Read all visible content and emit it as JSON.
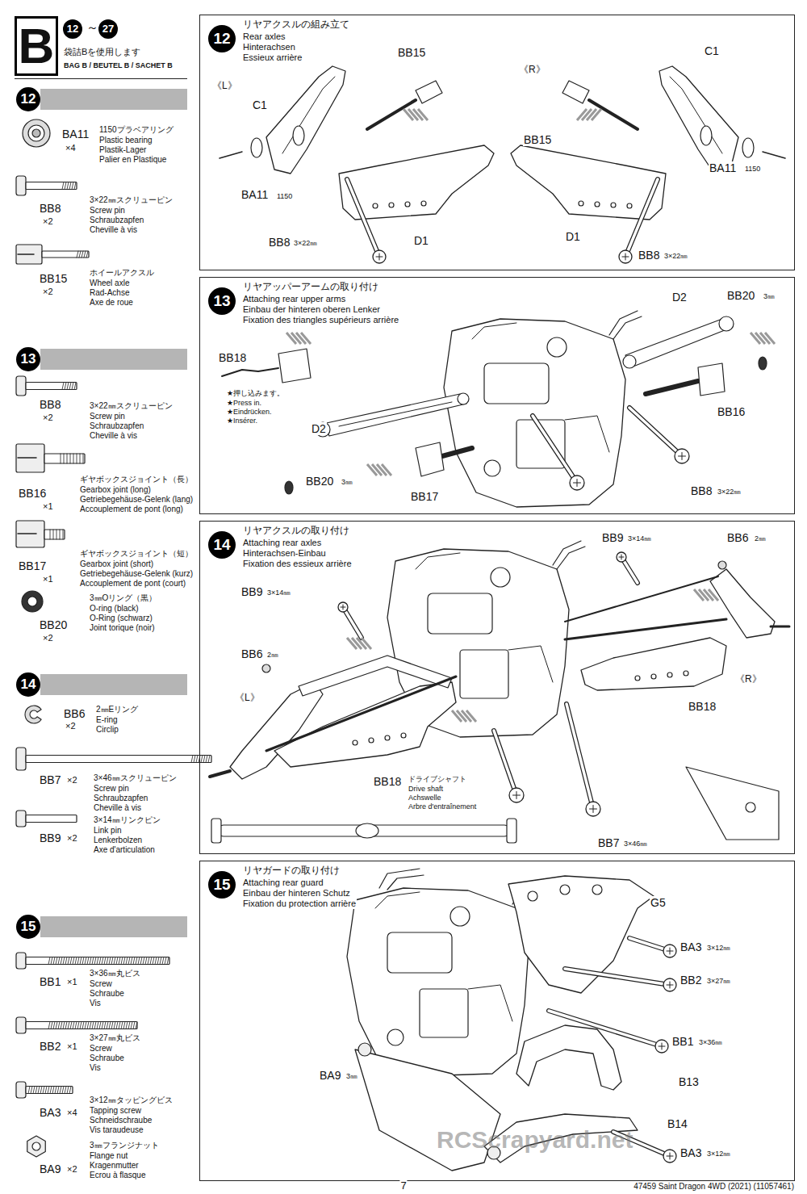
{
  "diagram": {
    "nodes": [
      {
        "text": [
          "B",
          "12",
          "～",
          "27",
          "袋詰Bを使用します",
          "BAG B / BEUTEL B / SACHET B"
        ]
      },
      {
        "text": [
          "12",
          "リヤアクスルの組み立て",
          "Rear axles",
          "Hinterachsen",
          "Essieux arrière"
        ]
      },
      {
        "text": [
          "13",
          "リヤアッパーアームの取り付け",
          "Attaching rear upper arms",
          "Einbau der hinteren oberen Lenker",
          "Fixation des triangles supérieurs arrière"
        ]
      },
      {
        "text": [
          "14",
          "リヤアクスルの取り付け",
          "Attaching rear axles",
          "Hinterachsen-Einbau",
          "Fixation des essieux arrière"
        ]
      },
      {
        "text": [
          "15",
          "リヤガードの取り付け",
          "Attaching rear guard",
          "Einbau der hinteren Schutz",
          "Fixation du protection arrière"
        ]
      }
    ],
    "labels": [
      "12",
      "BA11",
      "×4",
      "1150プラベアリング",
      "Plastic bearing",
      "Plastik-Lager",
      "Palier en Plastique",
      "BB8",
      "×2",
      "3×22㎜スクリューピン",
      "Screw pin",
      "Schraubzapfen",
      "Cheville à vis",
      "BB15",
      "×2",
      "ホイールアクスル",
      "Wheel axle",
      "Rad-Achse",
      "Axe de roue",
      "13",
      "BB8",
      "×2",
      "3×22㎜スクリューピン",
      "Screw pin",
      "Schraubzapfen",
      "Cheville à vis",
      "BB16",
      "×1",
      "ギヤボックスジョイント（長）",
      "Gearbox joint (long)",
      "Getriebegehäuse-Gelenk (lang)",
      "Accouplement de pont (long)",
      "BB17",
      "×1",
      "ギヤボックスジョイント（短）",
      "Gearbox joint (short)",
      "Getriebegehäuse-Gelenk (kurz)",
      "Accouplement de pont (court)",
      "BB20",
      "×2",
      "3㎜Oリング（黒）",
      "O-ring (black)",
      "O-Ring (schwarz)",
      "Joint torique (noir)",
      "14",
      "BB6",
      "×2",
      "2㎜Eリング",
      "E-ring",
      "Circlip",
      "BB7",
      "×2",
      "3×46㎜スクリューピン",
      "Screw pin",
      "Schraubzapfen",
      "Cheville à vis",
      "BB9",
      "×2",
      "3×14㎜リンクピン",
      "Link pin",
      "Lenkerbolzen",
      "Axe d'articulation",
      "15",
      "BB1",
      "×1",
      "3×36㎜丸ビス",
      "Screw",
      "Schraube",
      "Vis",
      "BB2",
      "×1",
      "3×27㎜丸ビス",
      "Screw",
      "Schraube",
      "Vis",
      "BA3",
      "×4",
      "3×12㎜タッピングビス",
      "Tapping screw",
      "Schneidschraube",
      "Vis taraudeuse",
      "BA9",
      "×2",
      "3㎜フランジナット",
      "Flange nut",
      "Kragenmutter",
      "Ecrou à flasque",
      "《L》",
      "C1",
      "BB15",
      "BA11",
      "1150",
      "D1",
      "BB8",
      "3×22㎜",
      "《R》",
      "C1",
      "BB15",
      "BA11",
      "1150",
      "BB8",
      "3×22㎜",
      "D1",
      "BB18",
      "★押し込みます。",
      "★Press in.",
      "★Eindrücken.",
      "★Insérer.",
      "D2",
      "BB20",
      "3㎜",
      "BB16",
      "D2",
      "BB20",
      "3㎜",
      "BB17",
      "BB8",
      "3×22㎜",
      "BB9",
      "3×14㎜",
      "BB6",
      "2㎜",
      "BB9",
      "3×14㎜",
      "BB6",
      "2㎜",
      "《L》",
      "《R》",
      "BB18",
      "BB18",
      "ドライブシャフト",
      "Drive shaft",
      "Achswelle",
      "Arbre d'entraînement",
      "BB7",
      "3×46㎜",
      "G5",
      "BA3",
      "3×12㎜",
      "BB2",
      "3×27㎜",
      "BB1",
      "3×36㎜",
      "BA9",
      "3㎜",
      "B13",
      "B14",
      "BA3",
      "3×12㎜",
      "7",
      "47459 Saint Dragon 4WD (2021) (11057461)",
      "RCScrapyard.net"
    ]
  }
}
